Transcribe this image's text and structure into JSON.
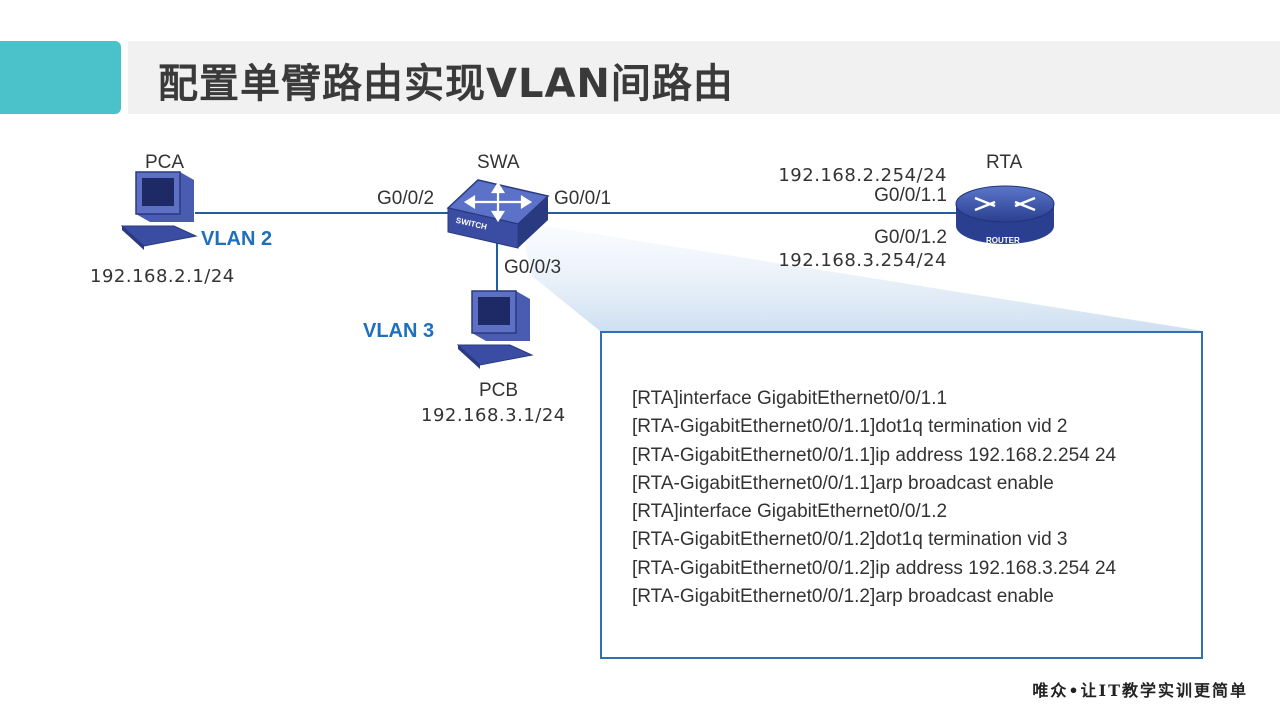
{
  "title": "配置单臂路由实现VLAN间路由",
  "diagram": {
    "devices": {
      "pca": {
        "name": "PCA",
        "ip": "192.168.2.1/24",
        "vlan": "VLAN 2"
      },
      "pcb": {
        "name": "PCB",
        "ip": "192.168.3.1/24",
        "vlan": "VLAN 3"
      },
      "swa": {
        "name": "SWA",
        "icon_text": "SWITCH"
      },
      "rta": {
        "name": "RTA",
        "icon_text": "ROUTER"
      }
    },
    "ports": {
      "swa_to_pca": "G0/0/2",
      "swa_to_rta": "G0/0/1",
      "swa_to_pcb": "G0/0/3",
      "rta_sub1": "G0/0/1.1",
      "rta_sub1_ip": "192.168.2.254/24",
      "rta_sub2": "G0/0/1.2",
      "rta_sub2_ip": "192.168.3.254/24"
    }
  },
  "commands": [
    "[RTA]interface GigabitEthernet0/0/1.1",
    "[RTA-GigabitEthernet0/0/1.1]dot1q  termination vid 2",
    "[RTA-GigabitEthernet0/0/1.1]ip  address 192.168.2.254 24",
    "[RTA-GigabitEthernet0/0/1.1]arp  broadcast enable",
    "[RTA]interface GigabitEthernet0/0/1.2",
    "[RTA-GigabitEthernet0/0/1.2]dot1q  termination vid 3",
    "[RTA-GigabitEthernet0/0/1.2]ip  address 192.168.3.254 24",
    "[RTA-GigabitEthernet0/0/1.2]arp  broadcast enable"
  ],
  "footer": "唯众•让IT教学实训更简单",
  "colors": {
    "accent": "#4bc1c9",
    "link": "#1f5f9f",
    "vlan": "#1f6fbf",
    "box_border": "#2f6fb7",
    "device": "#3d4fa3"
  }
}
